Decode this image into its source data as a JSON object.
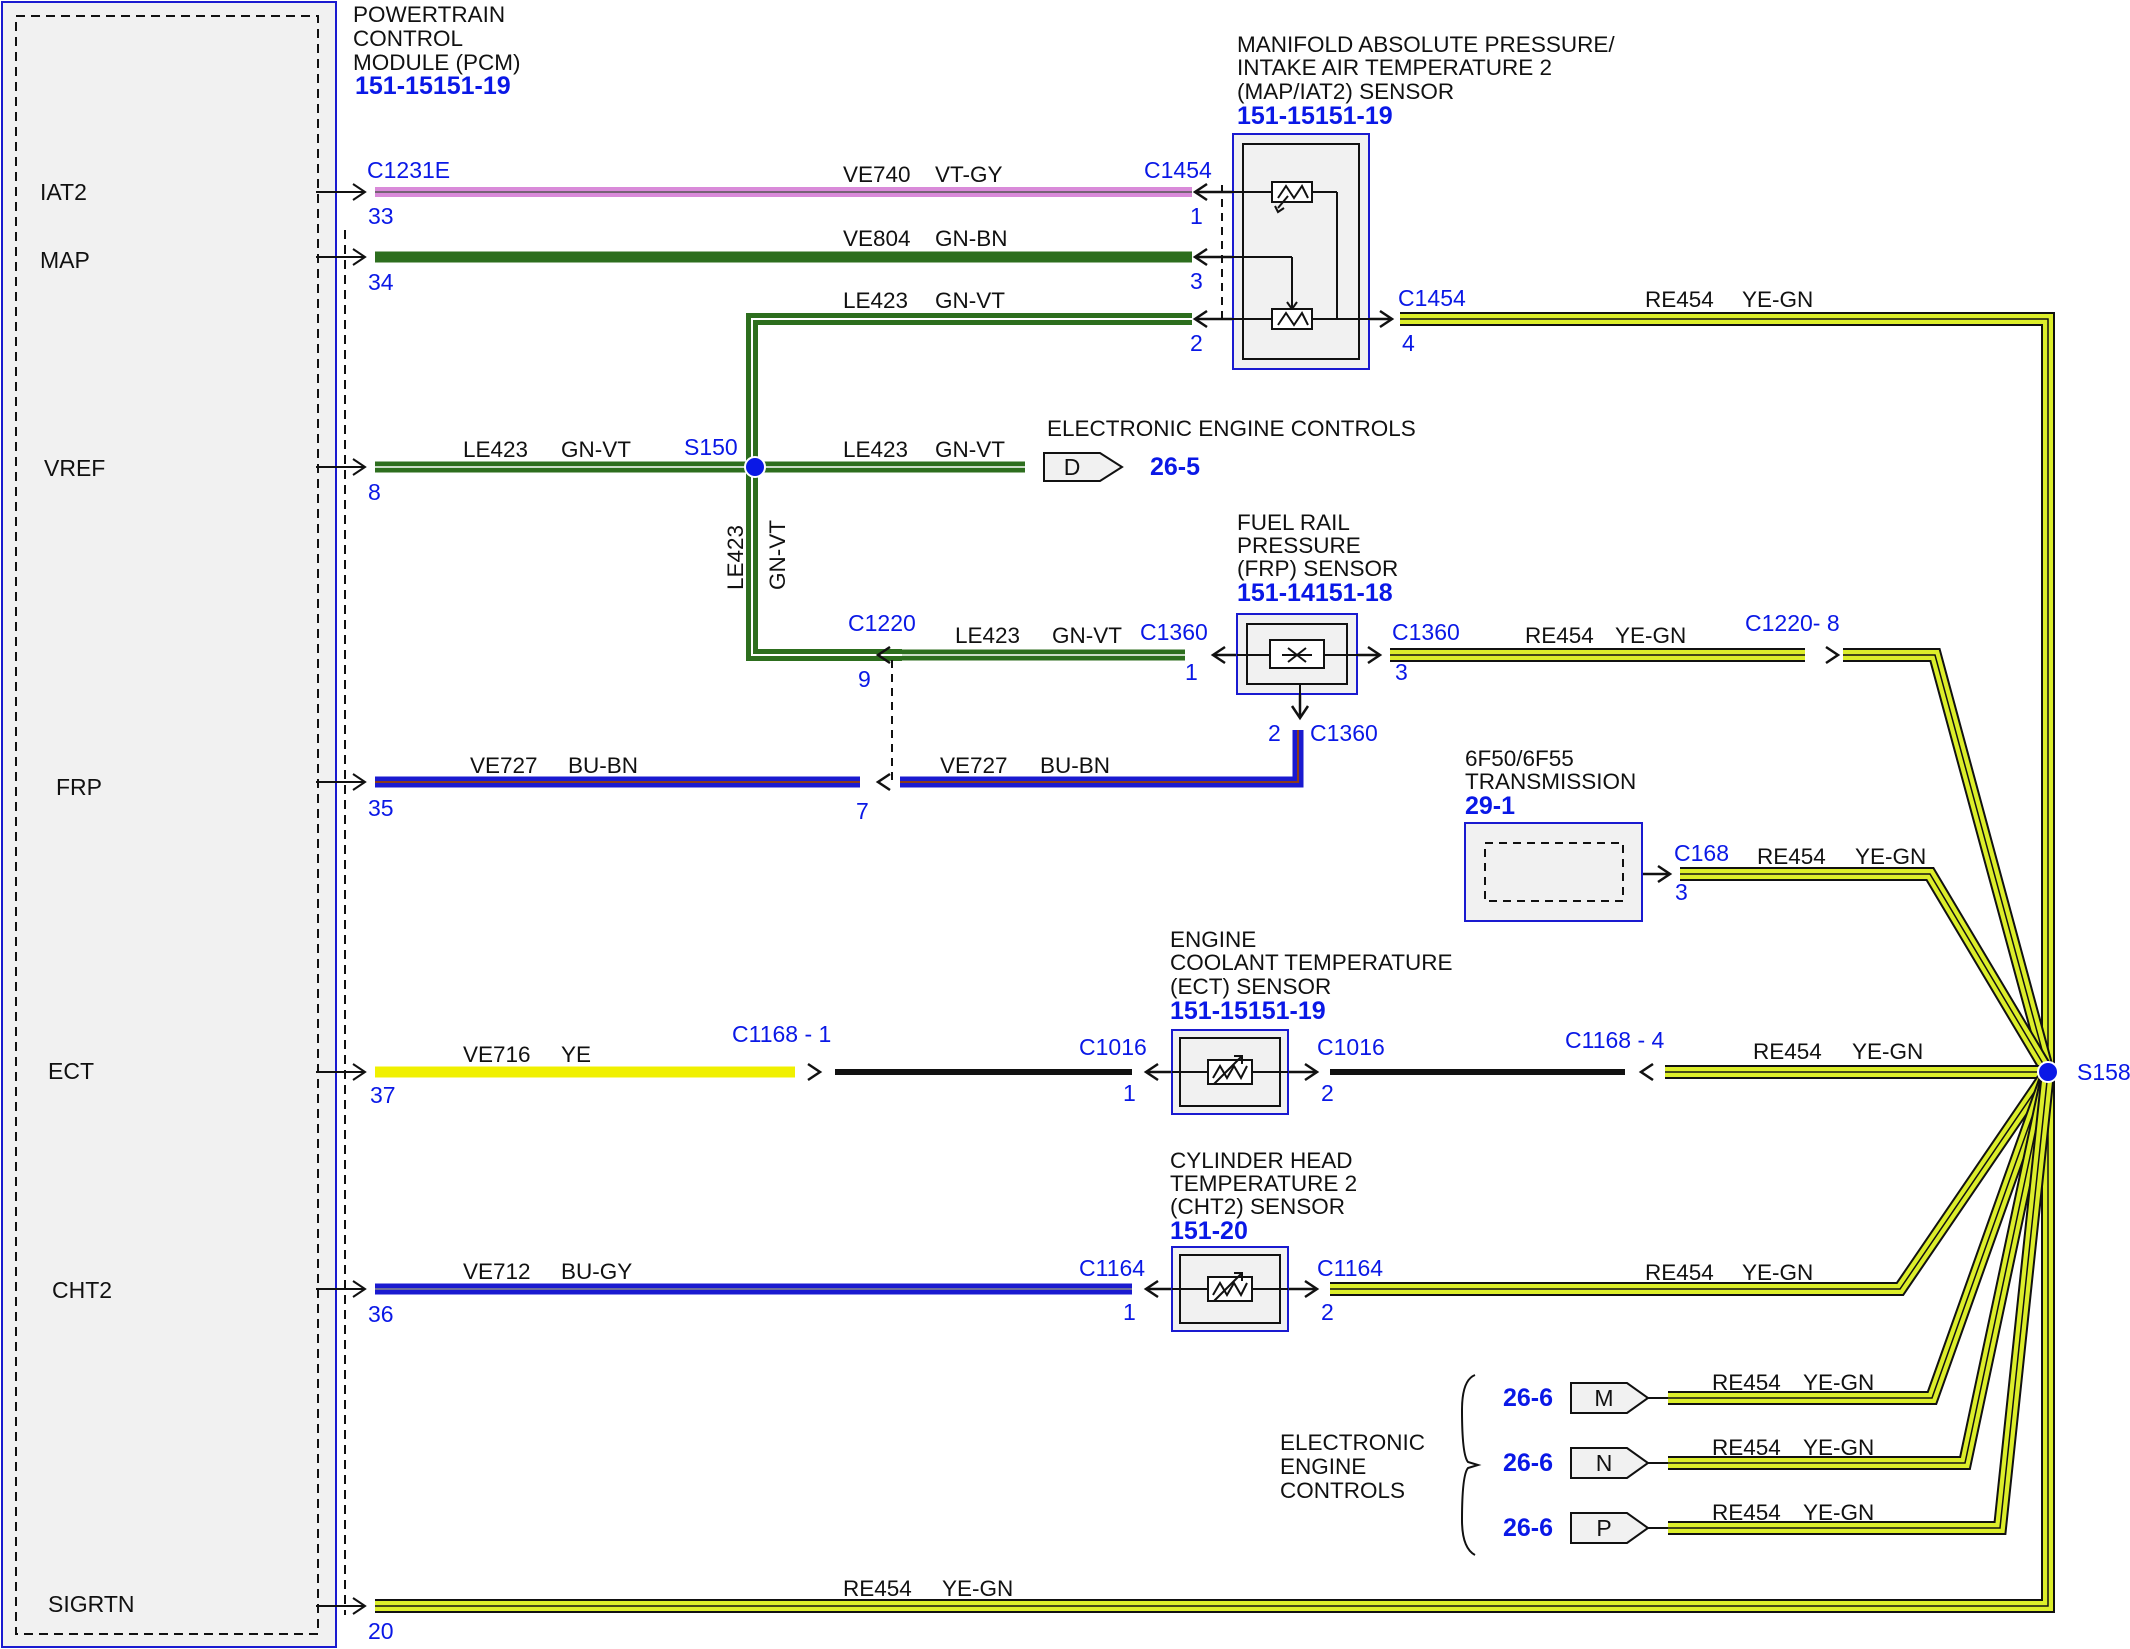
{
  "pcm": {
    "title_lines": [
      "POWERTRAIN",
      "CONTROL",
      "MODULE (PCM)"
    ],
    "ref": "151-15151-19",
    "pins": [
      "IAT2",
      "MAP",
      "VREF",
      "FRP",
      "ECT",
      "CHT2",
      "SIGRTN"
    ]
  },
  "map_sensor": {
    "title_lines": [
      "MANIFOLD ABSOLUTE PRESSURE/",
      "INTAKE AIR TEMPERATURE 2",
      "(MAP/IAT2) SENSOR"
    ],
    "ref": "151-15151-19"
  },
  "frp_sensor": {
    "title_lines": [
      "FUEL RAIL",
      "PRESSURE",
      "(FRP) SENSOR"
    ],
    "ref": "151-14151-18"
  },
  "transmission": {
    "title_lines": [
      "6F50/6F55",
      "TRANSMISSION"
    ],
    "ref": "29-1"
  },
  "ect_sensor": {
    "title_lines": [
      "ENGINE",
      "COOLANT TEMPERATURE",
      "(ECT) SENSOR"
    ],
    "ref": "151-15151-19"
  },
  "cht_sensor": {
    "title_lines": [
      "CYLINDER HEAD",
      "TEMPERATURE 2",
      "(CHT2) SENSOR"
    ],
    "ref": "151-20"
  },
  "eec_top": {
    "title": "ELECTRONIC ENGINE CONTROLS",
    "ref": "26-5",
    "tag": "D"
  },
  "eec_bottom": {
    "title_lines": [
      "ELECTRONIC",
      "ENGINE",
      "CONTROLS"
    ],
    "ref": "26-6",
    "tags": [
      "M",
      "N",
      "P"
    ]
  },
  "splices": [
    "S150",
    "S158"
  ],
  "connectors": [
    "C1231E",
    "C1454",
    "C1220",
    "C1360",
    "C1220- 8",
    "C168",
    "C1168 -  1",
    "C1168 -  4",
    "C1016",
    "C1164"
  ],
  "pin_numbers": [
    "33",
    "34",
    "8",
    "35",
    "37",
    "36",
    "20",
    "1",
    "2",
    "3",
    "4",
    "7",
    "9"
  ],
  "circuits": {
    "ve740": "VE740",
    "vt_gy": "VT-GY",
    "ve804": "VE804",
    "gn_bn": "GN-BN",
    "le423": "LE423",
    "gn_vt": "GN-VT",
    "ve727": "VE727",
    "bu_bn": "BU-BN",
    "ve716": "VE716",
    "ye": "YE",
    "ve712": "VE712",
    "bu_gy": "BU-GY",
    "re454": "RE454",
    "ye_gn": "YE-GN"
  },
  "colors": {
    "label_blue": "#0a18e6",
    "violet_gray": "#d98ad9",
    "green": "#2d6e1e",
    "blue": "#1a1ad0",
    "yellow": "#f0f000",
    "yellow_green": "#dcee2a",
    "black_wire": "#111111",
    "module_fill": "#f1f1f1"
  }
}
